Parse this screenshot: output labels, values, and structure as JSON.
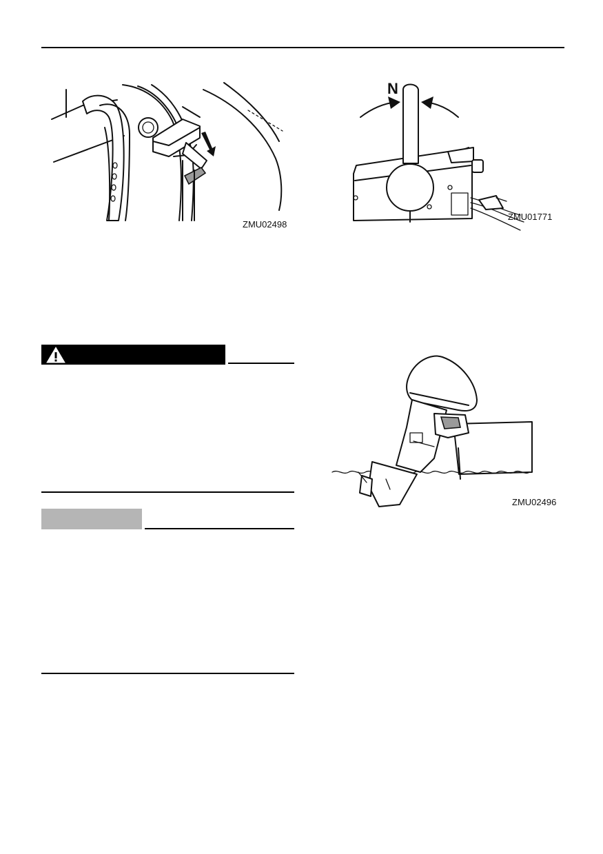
{
  "figures": {
    "top_left": {
      "code": "ZMU02498",
      "content": "tilt support lever on outboard bracket with down arrow"
    },
    "top_right": {
      "code": "ZMU01771",
      "neutral_mark": "N",
      "content": "remote control box with lever at neutral position"
    },
    "middle_right": {
      "code": "ZMU02496",
      "content": "outboard motor tilted up on boat transom above water"
    }
  },
  "warning_box": {
    "icon": "warning-triangle-icon",
    "label": ""
  },
  "notice_box": {
    "label": ""
  },
  "colors": {
    "rule": "#000000",
    "warning_bg": "#000000",
    "notice_bg": "#b5b5b5"
  }
}
